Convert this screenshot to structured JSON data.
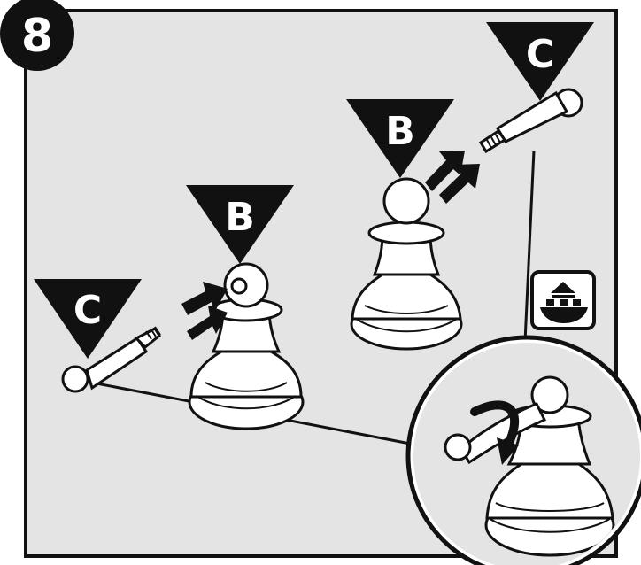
{
  "step_number": "8",
  "labels": {
    "c_left": "C",
    "b_middle": "B",
    "b_right": "B",
    "c_top": "C"
  },
  "icon": "boat-arrow-icon",
  "colors": {
    "panel": "#e4e4e4",
    "ink": "#111111",
    "white": "#ffffff"
  }
}
